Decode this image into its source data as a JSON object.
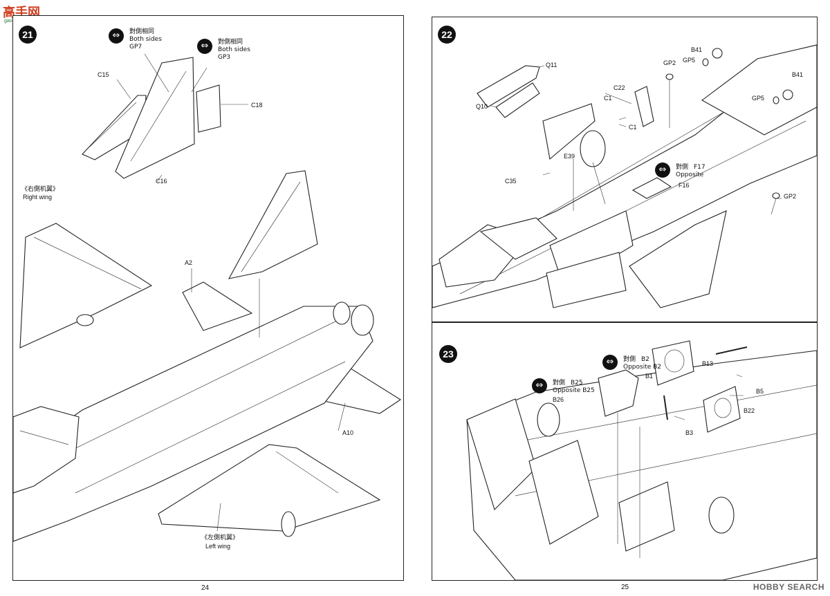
{
  "watermarks": {
    "top_brand": "高手网",
    "top_sub": "gao-shou.com",
    "bottom_brand": "HOBBY SEARCH"
  },
  "left_page": {
    "page_number": "24",
    "step": {
      "number": "21",
      "notes": [
        {
          "cn": "對側相同",
          "en": "Both sides",
          "part": "GP7"
        },
        {
          "cn": "對側相同",
          "en": "Both sides",
          "part": "GP3"
        }
      ],
      "labels": {
        "c15": "C15",
        "c18": "C18",
        "c16": "C16",
        "a2": "A2",
        "a10": "A10",
        "right_wing_cn": "《右側机翼》",
        "right_wing_en": "Right wing",
        "left_wing_cn": "《左側机翼》",
        "left_wing_en": "Left wing"
      }
    }
  },
  "right_page": {
    "page_number": "25",
    "step22": {
      "number": "22",
      "note": {
        "cn": "對側",
        "part": "F17",
        "en": "Opposite"
      },
      "labels": {
        "q11": "Q11",
        "q10": "Q10",
        "c22": "C22",
        "c1a": "C1",
        "c1b": "C1",
        "gp2a": "GP2",
        "gp5a": "GP5",
        "b41a": "B41",
        "b41b": "B41",
        "gp5b": "GP5",
        "e39": "E39",
        "c35": "C35",
        "f16": "F16",
        "gp2b": "GP2"
      }
    },
    "step23": {
      "number": "23",
      "note_b2": {
        "cn": "對側",
        "part": "B2",
        "en": "Opposite B2"
      },
      "note_b25": {
        "cn": "對側",
        "part": "B25",
        "en": "Opposite B25"
      },
      "labels": {
        "b1": "B1",
        "b13": "B13",
        "b5": "B5",
        "b22": "B22",
        "b3": "B3",
        "b26": "B26"
      }
    }
  }
}
